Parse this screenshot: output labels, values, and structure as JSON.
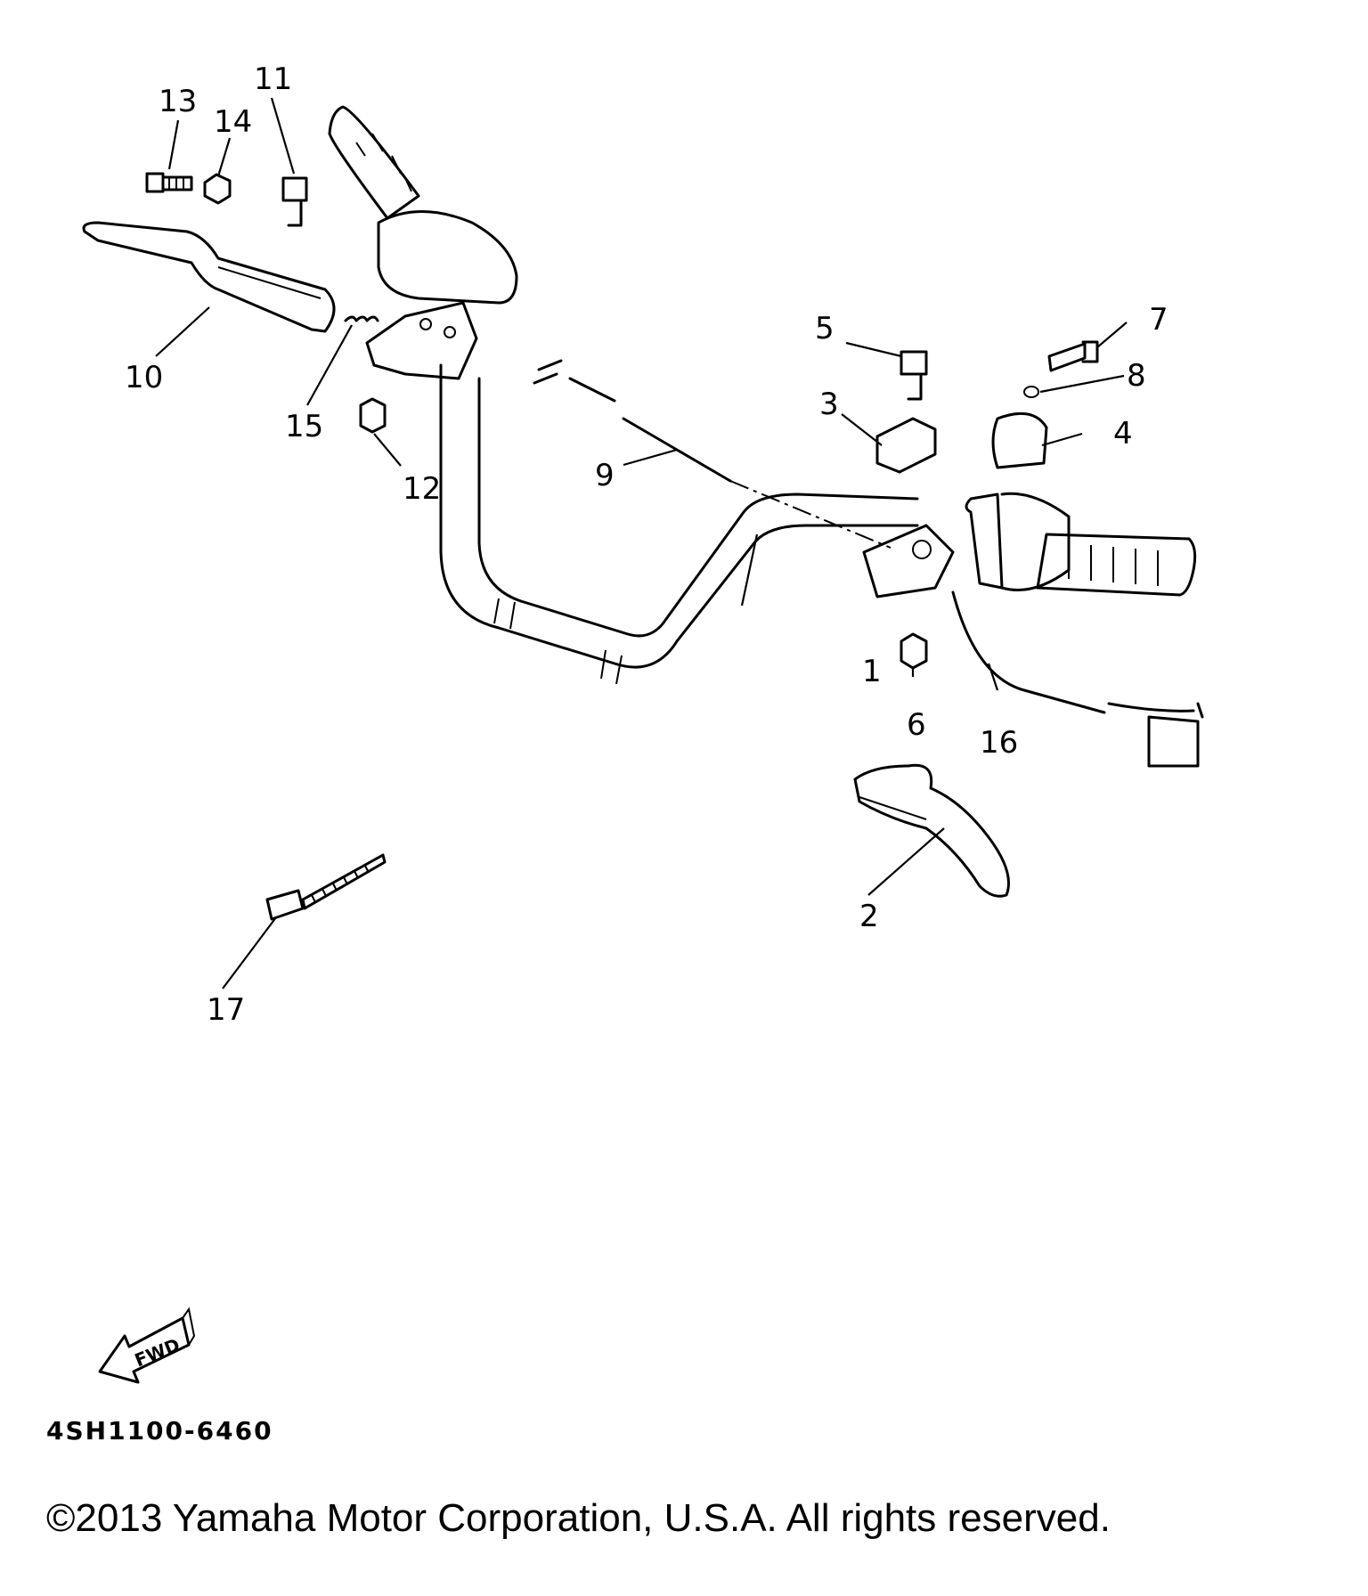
{
  "diagram": {
    "part_callouts": [
      "1",
      "2",
      "3",
      "4",
      "5",
      "6",
      "7",
      "8",
      "9",
      "10",
      "11",
      "12",
      "13",
      "14",
      "15",
      "16",
      "17"
    ],
    "fwd_label": "FWD",
    "drawing_code": "4SH1100-6460",
    "copyright": "©2013 Yamaha Motor Corporation, U.S.A. All rights reserved."
  }
}
